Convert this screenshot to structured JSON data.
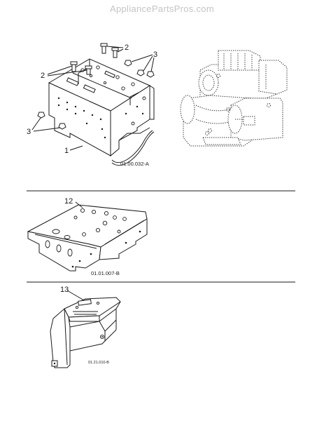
{
  "watermark": "AppliancePartsPros.com",
  "section1": {
    "callouts": [
      "2",
      "3",
      "2",
      "3",
      "1"
    ],
    "figure_code": "01.00.032-A"
  },
  "section2": {
    "callouts": [
      "12"
    ],
    "figure_code": "01.01.007-B"
  },
  "section3": {
    "callouts": [
      "13"
    ],
    "figure_code": "01.21.010-B"
  }
}
